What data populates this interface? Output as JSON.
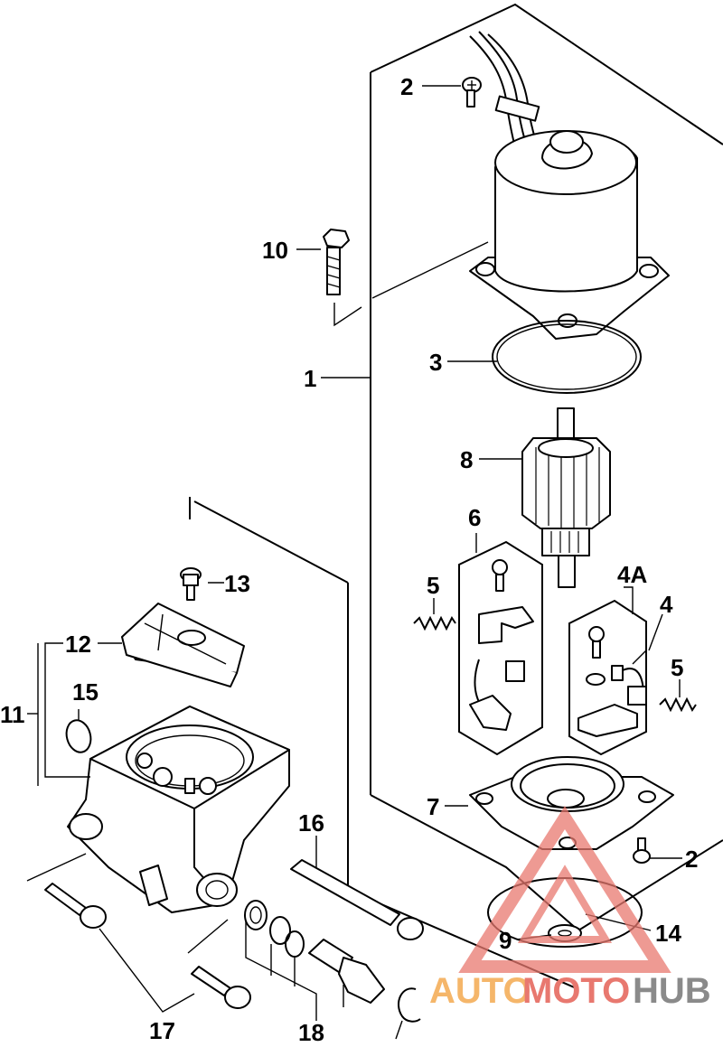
{
  "callouts": {
    "c1": "1",
    "c2a": "2",
    "c2b": "2",
    "c3": "3",
    "c4": "4",
    "c4a": "4A",
    "c5a": "5",
    "c5b": "5",
    "c6": "6",
    "c7": "7",
    "c8": "8",
    "c9": "9",
    "c10": "10",
    "c11": "11",
    "c12": "12",
    "c13": "13",
    "c14": "14",
    "c15": "15",
    "c16": "16",
    "c17": "17",
    "c18": "18"
  },
  "watermark": {
    "part1": "AUTO",
    "part2": "MOTO",
    "part3": "HUB",
    "color_orange": "#f5b66a",
    "color_red": "#e8786f",
    "color_gray": "#8a8a8a"
  }
}
